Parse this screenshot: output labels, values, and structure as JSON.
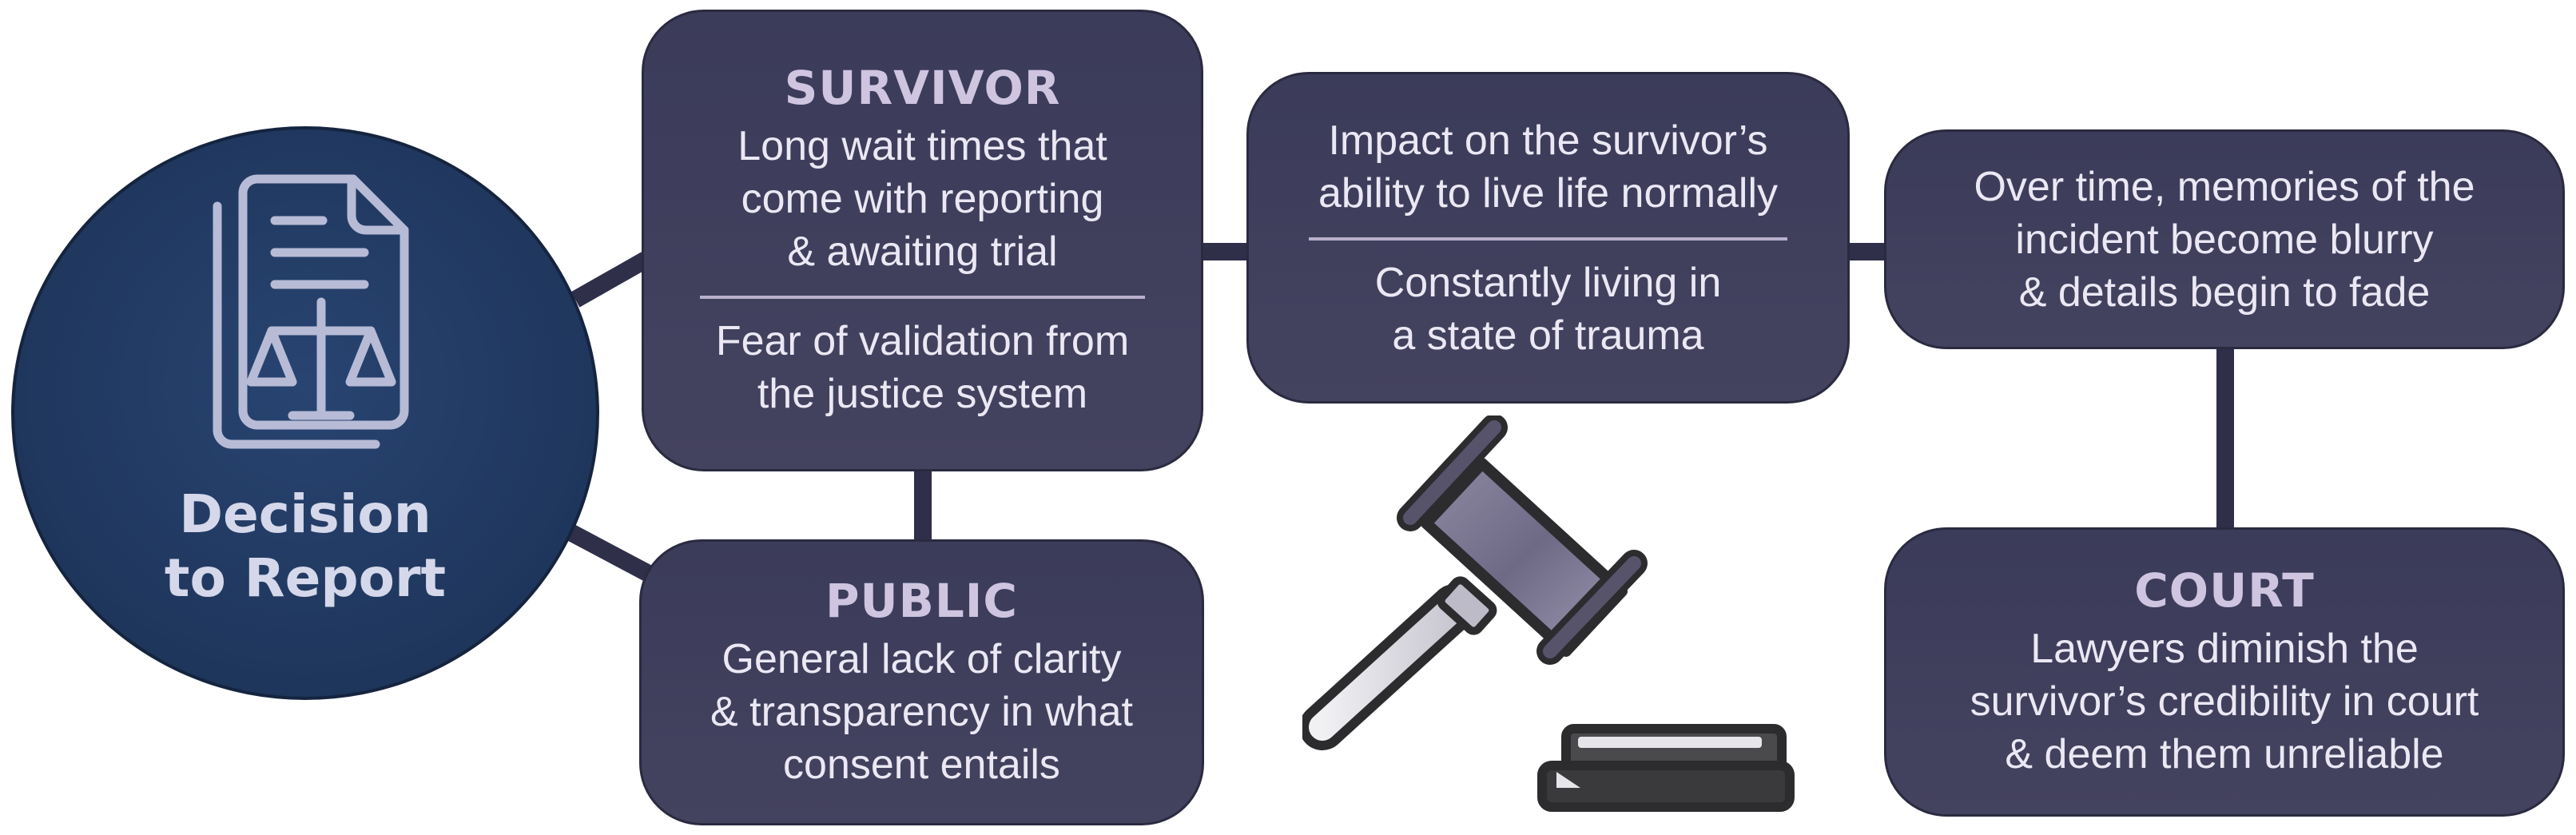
{
  "root": {
    "label": "Decision\nto Report",
    "icon": "legal-document-scales-icon"
  },
  "survivor": {
    "title": "SURVIVOR",
    "text_top": "Long wait times that\ncome with reporting\n& awaiting trial",
    "text_bottom": "Fear of validation from\nthe justice system"
  },
  "public": {
    "title": "PUBLIC",
    "text": "General lack of clarity\n& transparency in what\nconsent entails"
  },
  "impact": {
    "text_top": "Impact on the survivor’s\nability to live life normally",
    "text_bottom": "Constantly living in\na state of trauma"
  },
  "memory": {
    "text": "Over time, memories of the\nincident become blurry\n& details begin to fade"
  },
  "court": {
    "title": "COURT",
    "text": "Lawyers diminish the\nsurvivor’s credibility in court\n& deem them unreliable"
  },
  "gavel": {
    "icon": "gavel-icon"
  },
  "colors": {
    "node_fill": "#3b3b5a",
    "root_fill": "#1f365c",
    "connector": "#2f2f4a",
    "title_text": "#cfc5e0",
    "body_text": "#ebe8f4"
  }
}
